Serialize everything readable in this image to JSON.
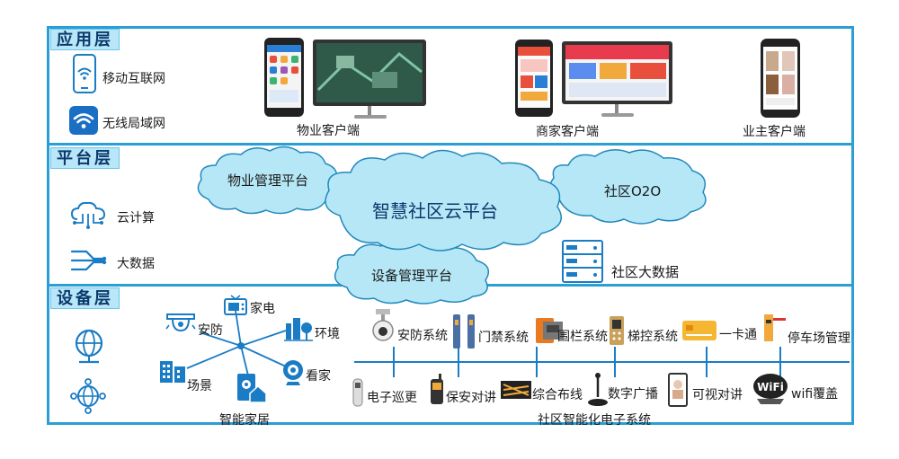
{
  "layers": {
    "app": {
      "tag": "应用层",
      "left_items": [
        "移动互联网",
        "无线局域网"
      ],
      "clients": [
        "物业客户端",
        "商家客户端",
        "业主客户端"
      ]
    },
    "platform": {
      "tag": "平台层",
      "left_items": [
        "云计算",
        "大数据"
      ],
      "clouds": {
        "property_mgmt": "物业管理平台",
        "smart_cloud": "智慧社区云平台",
        "o2o": "社区O2O",
        "device_mgmt": "设备管理平台"
      },
      "big_data": "社区大数据"
    },
    "device": {
      "tag": "设备层",
      "smart_home": {
        "title": "智能家居",
        "nodes": [
          "家电",
          "安防",
          "环境",
          "场景",
          "看家"
        ]
      },
      "system": {
        "title": "社区智能化电子系统",
        "top": [
          "安防系统",
          "门禁系统",
          "围栏系统",
          "梯控系统",
          "一卡通",
          "停车场管理"
        ],
        "bottom": [
          "电子巡更",
          "保安对讲",
          "综合布线",
          "数字广播",
          "可视对讲",
          "wifi覆盖"
        ]
      }
    }
  },
  "colors": {
    "border": "#2a9fd4",
    "cloud_fill": "#b6e7f6",
    "cloud_stroke": "#2288bb",
    "accent": "#1a7cc4"
  }
}
